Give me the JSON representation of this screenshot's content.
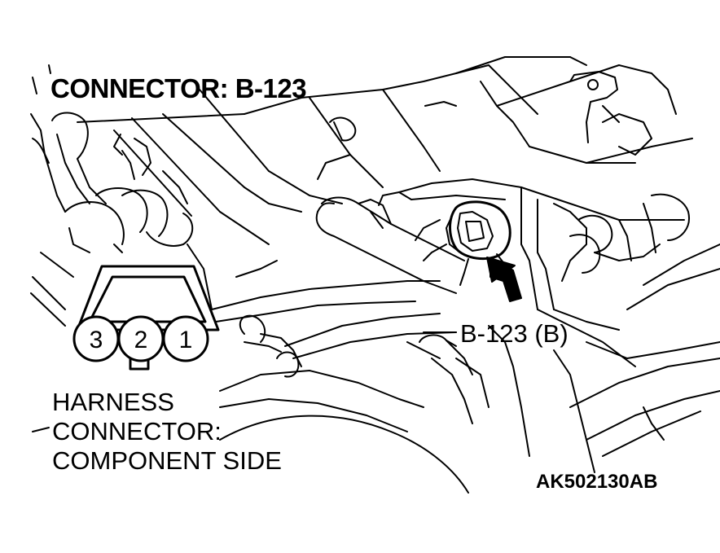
{
  "title": "CONNECTOR: B-123",
  "callout_label": "B-123 (B)",
  "caption": {
    "line1": "HARNESS",
    "line2": "CONNECTOR:",
    "line3": "COMPONENT SIDE"
  },
  "reference_code": "AK502130AB",
  "connector": {
    "pins": [
      "3",
      "2",
      "1"
    ]
  },
  "colors": {
    "line": "#000000",
    "background": "#ffffff"
  }
}
